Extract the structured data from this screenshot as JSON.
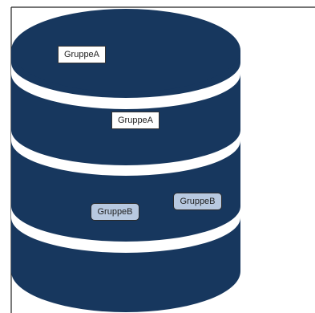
{
  "diagram": {
    "labels": [
      {
        "text": "GruppeA",
        "style": "white"
      },
      {
        "text": "GruppeA",
        "style": "white"
      },
      {
        "text": "GruppeB",
        "style": "blue-rounded"
      },
      {
        "text": "GruppeB",
        "style": "blue-rounded"
      }
    ]
  },
  "colors": {
    "cylinder": "#17375e",
    "separator": "#ffffff",
    "frame": "#222222",
    "label_b_fill": "#b8c9e0"
  }
}
